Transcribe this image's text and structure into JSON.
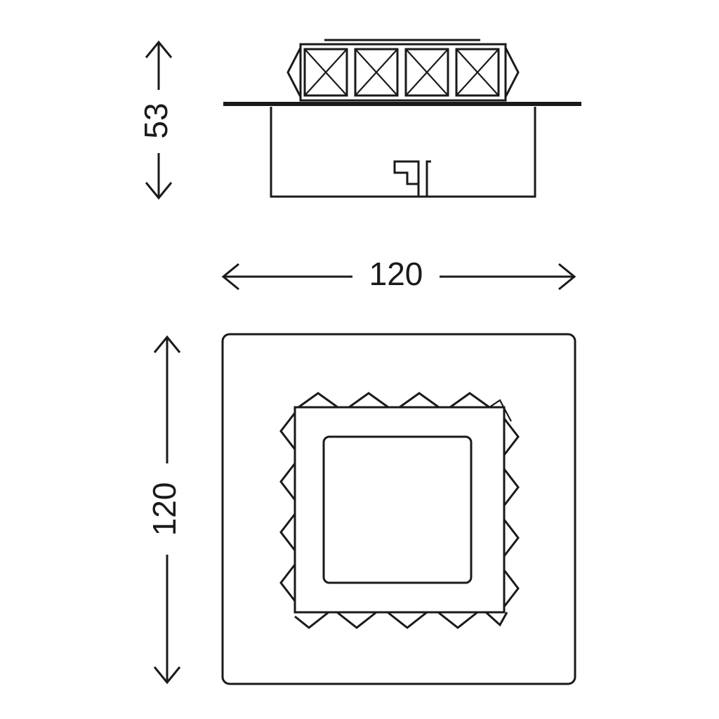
{
  "diagram": {
    "dimensions": {
      "height_side": "53",
      "width_top": "120",
      "depth_left": "120"
    },
    "colors": {
      "line": "#1a1a1a",
      "background": "#ffffff"
    }
  }
}
